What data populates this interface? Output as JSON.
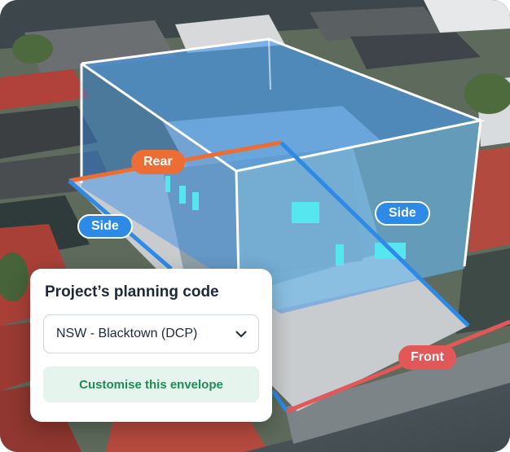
{
  "labels": {
    "rear": "Rear",
    "side_left": "Side",
    "side_right": "Side",
    "front": "Front"
  },
  "card": {
    "title": "Project’s planning code",
    "select_value": "NSW - Blacktown (DCP)",
    "select_icon": "chevron-down-icon",
    "cta_label": "Customise this envelope"
  },
  "colors": {
    "rear": "#ec6e34",
    "side": "#2d8ae6",
    "front": "#e25757",
    "cta_text": "#1e8c55",
    "cta_bg": "#e5f5ed"
  }
}
